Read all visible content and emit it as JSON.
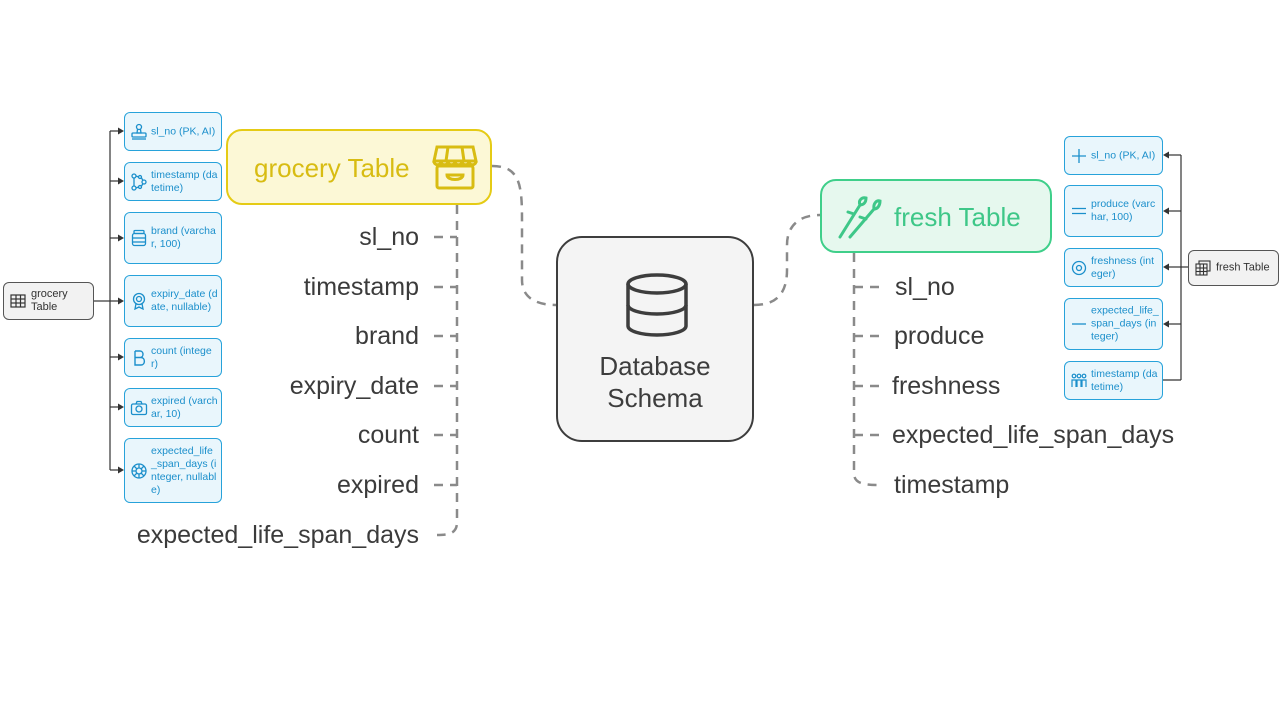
{
  "center": {
    "label": "Database\nSchema"
  },
  "grocery": {
    "title": "grocery Table",
    "fields": [
      "sl_no",
      "timestamp",
      "brand",
      "expiry_date",
      "count",
      "expired",
      "expected_life_span_days"
    ],
    "source_label": "grocery\nTable",
    "attributes": [
      {
        "text": "sl_no (PK, AI)",
        "icon": "stamp-icon"
      },
      {
        "text": "timestamp (datetime)",
        "icon": "network-icon"
      },
      {
        "text": "brand (varchar, 100)",
        "icon": "jar-icon"
      },
      {
        "text": "expiry_date (date, nullable)",
        "icon": "badge-icon"
      },
      {
        "text": "count (integer)",
        "icon": "letter-b-icon"
      },
      {
        "text": "expired (varchar, 10)",
        "icon": "camera-icon"
      },
      {
        "text": "expected_life_span_days (integer, nullable)",
        "icon": "gear-icon"
      }
    ]
  },
  "fresh": {
    "title": "fresh Table",
    "fields": [
      "sl_no",
      "produce",
      "freshness",
      "expected_life_span_days",
      "timestamp"
    ],
    "source_label": "fresh Table",
    "attributes": [
      {
        "text": "sl_no (PK, AI)",
        "icon": "plus-icon"
      },
      {
        "text": "produce (varchar, 100)",
        "icon": "equals-icon"
      },
      {
        "text": "freshness (integer)",
        "icon": "target-icon"
      },
      {
        "text": "expected_life_span_days (integer)",
        "icon": "minus-icon"
      },
      {
        "text": "timestamp (datetime)",
        "icon": "people-icon"
      }
    ]
  },
  "colors": {
    "grocery_accent": "#e5cb15",
    "fresh_accent": "#3fcf8a",
    "attribute_accent": "#27a2da",
    "center_border": "#3d3d3d"
  }
}
